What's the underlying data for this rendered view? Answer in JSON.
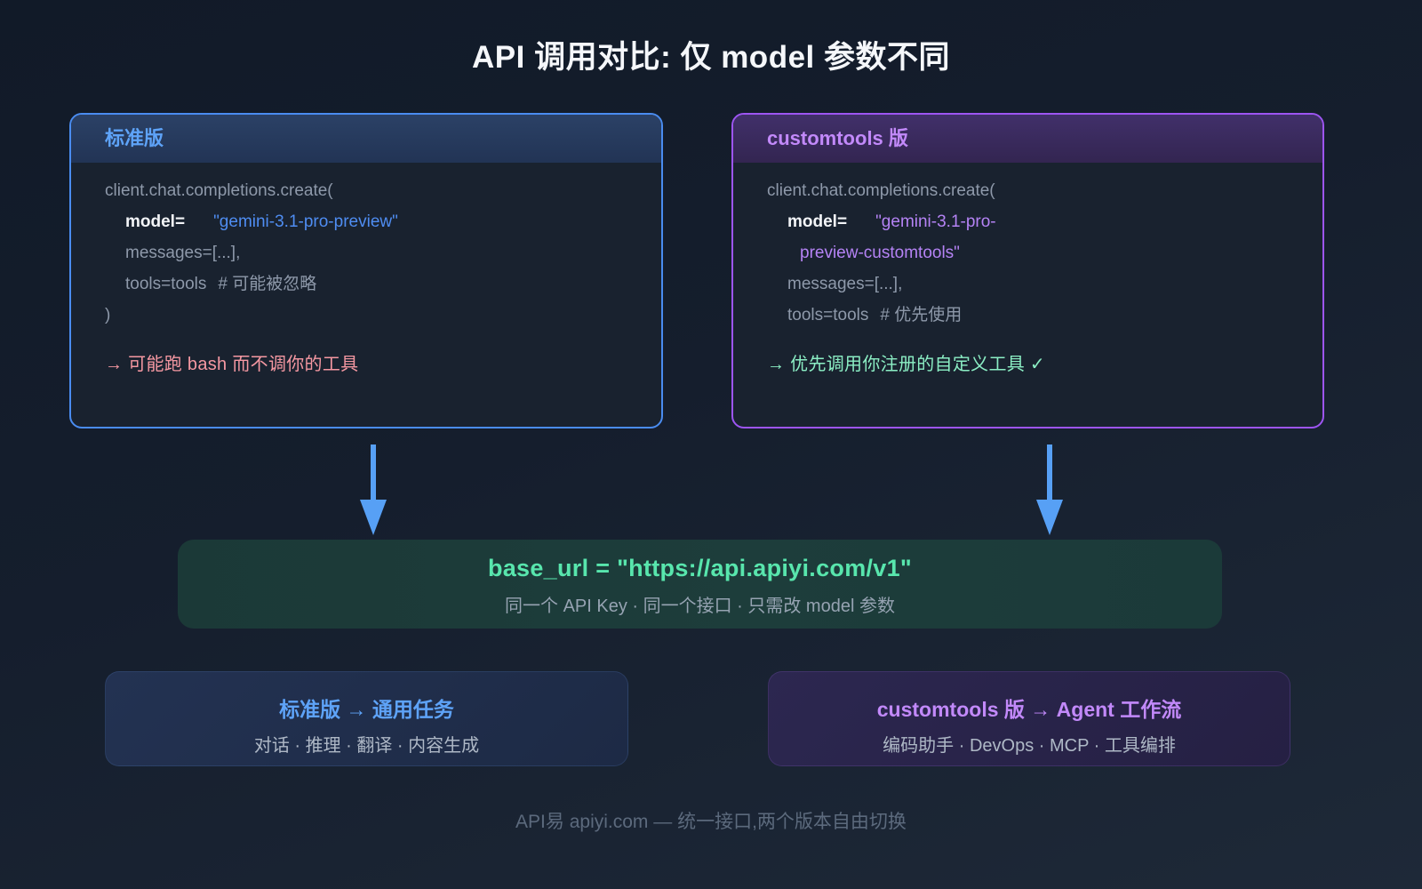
{
  "title": "API 调用对比: 仅 model 参数不同",
  "cards": {
    "standard": {
      "header": "标准版",
      "code": {
        "line1": "client.chat.completions.create(",
        "model_key": "model=",
        "model_value": "\"gemini-3.1-pro-preview\"",
        "messages": "messages=[...],",
        "tools": "tools=tools",
        "tools_comment": "# 可能被忽略",
        "close": ")"
      },
      "note": "→ 可能跑 bash 而不调你的工具"
    },
    "customtools": {
      "header": "customtools 版",
      "code": {
        "line1": "client.chat.completions.create(",
        "model_key": "model=",
        "model_value_line1": "\"gemini-3.1-pro-",
        "model_value_line2": "preview-customtools\"",
        "messages": "messages=[...],",
        "tools": "tools=tools",
        "tools_comment": "# 优先使用"
      },
      "note": "→ 优先调用你注册的自定义工具 ✓"
    }
  },
  "base_box": {
    "title": "base_url = \"https://api.apiyi.com/v1\"",
    "subtitle": "同一个 API Key · 同一个接口 · 只需改 model 参数"
  },
  "usage": {
    "standard": {
      "title": "标准版 → 通用任务",
      "subtitle": "对话 · 推理 · 翻译 · 内容生成"
    },
    "customtools": {
      "title": "customtools 版 → Agent 工作流",
      "subtitle": "编码助手 · DevOps · MCP · 工具编排"
    }
  },
  "footer": "API易 apiyi.com — 统一接口,两个版本自由切换",
  "colors": {
    "background_top": "#111a28",
    "background_bottom": "#1e2938",
    "standard_accent": "#5ea3f8",
    "standard_border": "#4a8cf0",
    "standard_string": "#4f8df2",
    "customtools_accent": "#c289fa",
    "customtools_border": "#9d55f2",
    "customtools_string": "#b583f5",
    "warn_note": "#f598a2",
    "ok_note": "#8beec4",
    "arrow": "#57a0f5",
    "base_url_text": "#58e6ad",
    "base_box_bg": "#1c3b39",
    "code_gray": "#8e99aa",
    "footer_text": "#5c6a7d"
  }
}
